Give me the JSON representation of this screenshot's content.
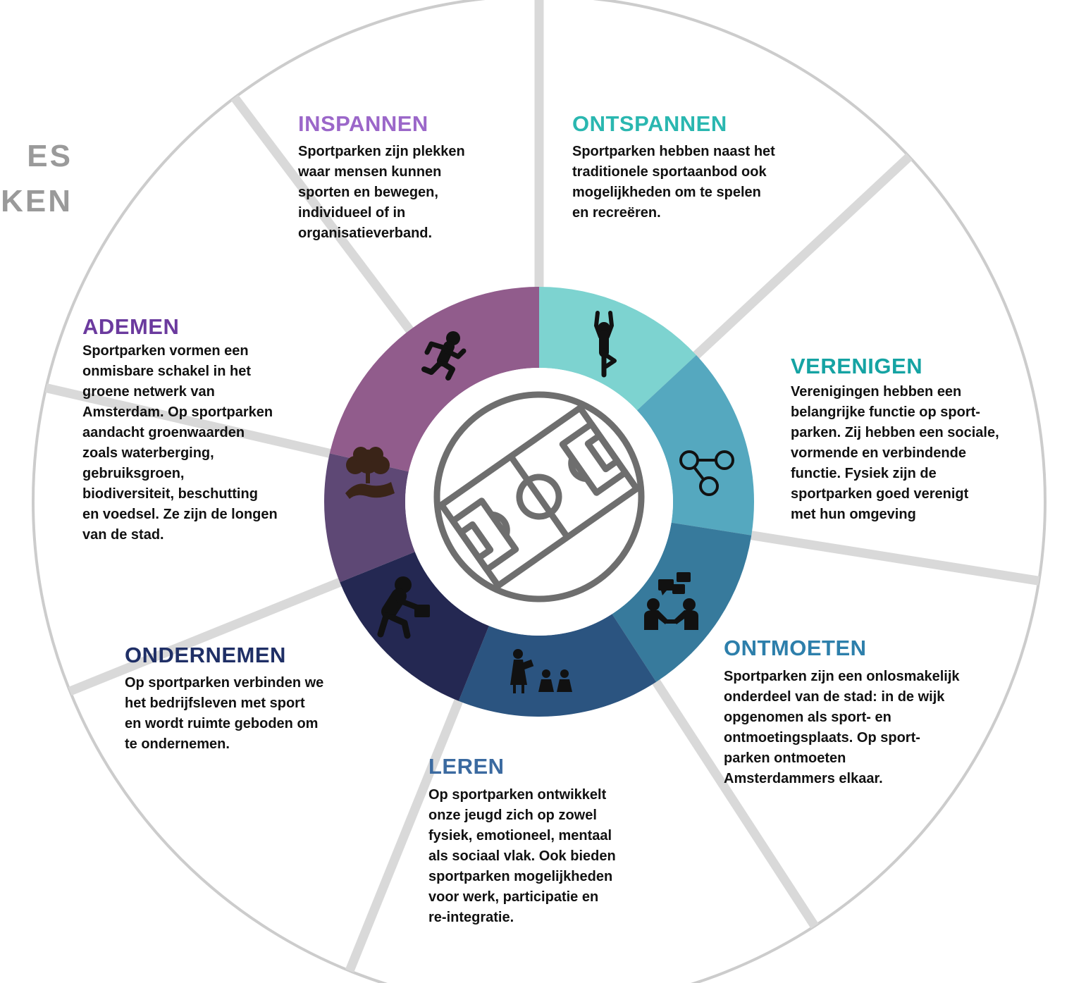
{
  "side_title": "ES\nKEN",
  "colors": {
    "inspannen": "#915c8c",
    "ontspannen": "#7dd3d0",
    "verenigen": "#55a8bf",
    "ontmoeten": "#377a9c",
    "leren": "#2b5480",
    "ondernemen": "#242852",
    "ademen": "#5e4875",
    "spokes": "#d9d9d9",
    "outer_ring": "#cccccc",
    "center_icon": "#6e6e6e",
    "icons": "#111111"
  },
  "center": {
    "icon": "football-pitch-icon"
  },
  "segments": [
    {
      "id": "inspannen",
      "title": "INSPANNEN",
      "title_color": "#9b67c9",
      "icon": "running-person-icon",
      "text": "Sportparken zijn plekken\nwaar mensen kunnen\nsporten en bewegen,\nindividueel of in\norganisatieverband."
    },
    {
      "id": "ontspannen",
      "title": "ONTSPANNEN",
      "title_color": "#2ab7b0",
      "icon": "yoga-pose-icon",
      "text": "Sportparken hebben naast het\ntraditionele sportaanbod ook\nmogelijkheden om te spelen\nen recreëren."
    },
    {
      "id": "verenigen",
      "title": "VERENIGEN",
      "title_color": "#15a3a3",
      "icon": "network-nodes-icon",
      "text": "Verenigingen hebben een\nbelangrijke functie op sport-\nparken. Zij hebben een sociale,\nvormende en verbindende\nfunctie. Fysiek zijn de\nsportparken goed verenigt\nmet hun omgeving"
    },
    {
      "id": "ontmoeten",
      "title": "ONTMOETEN",
      "title_color": "#2d7fab",
      "icon": "meeting-handshake-icon",
      "text": "Sportparken zijn een onlosmakelijk\nonderdeel van de stad: in de wijk\nopgenomen als sport- en\nontmoetingsplaats. Op sport-\nparken ontmoeten\nAmsterdammers elkaar."
    },
    {
      "id": "leren",
      "title": "LEREN",
      "title_color": "#3b6aa0",
      "icon": "teacher-students-icon",
      "text": "Op sportparken ontwikkelt\nonze jeugd zich op zowel\nfysiek, emotioneel, mentaal\nals sociaal vlak. Ook bieden\nsportparken mogelijkheden\nvoor werk, participatie en\nre-integratie."
    },
    {
      "id": "ondernemen",
      "title": "ONDERNEMEN",
      "title_color": "#1f2f66",
      "icon": "businessman-briefcase-icon",
      "text": "Op sportparken verbinden we\nhet bedrijfsleven met sport\nen wordt ruimte geboden om\nte ondernemen."
    },
    {
      "id": "ademen",
      "title": "ADEMEN",
      "title_color": "#6b3a9e",
      "icon": "tree-landscape-icon",
      "text": "Sportparken vormen een\nonmisbare schakel in het\ngroene netwerk van\nAmsterdam. Op sportparken\naandacht groenwaarden\nzoals waterberging,\ngebruiksgroen,\nbiodiversiteit, beschutting\nen voedsel. Ze zijn de longen\nvan de stad."
    }
  ]
}
